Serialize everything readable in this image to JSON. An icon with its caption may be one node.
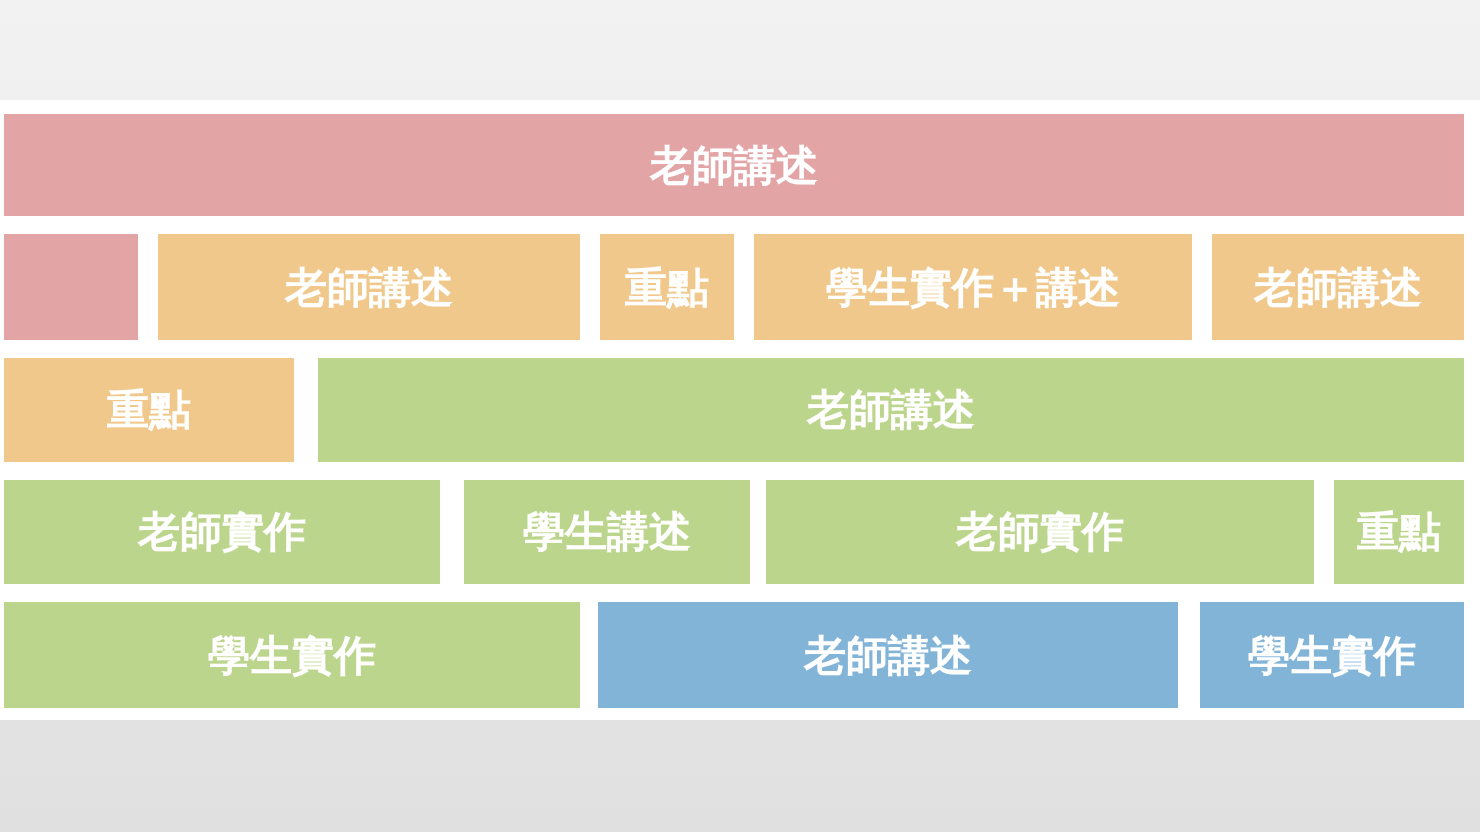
{
  "diagram": {
    "nodes": [
      {
        "text": [
          "老師講述"
        ]
      },
      {
        "text": [],
        "shape": "box"
      },
      {
        "text": [
          "老師講述"
        ]
      },
      {
        "text": [
          "重點"
        ]
      },
      {
        "text": [
          "學生實作＋講述"
        ]
      },
      {
        "text": [
          "老師講述"
        ]
      },
      {
        "text": [
          "重點"
        ]
      },
      {
        "text": [
          "老師講述"
        ]
      },
      {
        "text": [
          "老師實作"
        ]
      },
      {
        "text": [
          "學生講述"
        ]
      },
      {
        "text": [
          "老師實作"
        ]
      },
      {
        "text": [
          "重點"
        ]
      },
      {
        "text": [
          "學生實作"
        ]
      },
      {
        "text": [
          "老師講述"
        ]
      },
      {
        "text": [
          "學生實作"
        ]
      }
    ]
  }
}
